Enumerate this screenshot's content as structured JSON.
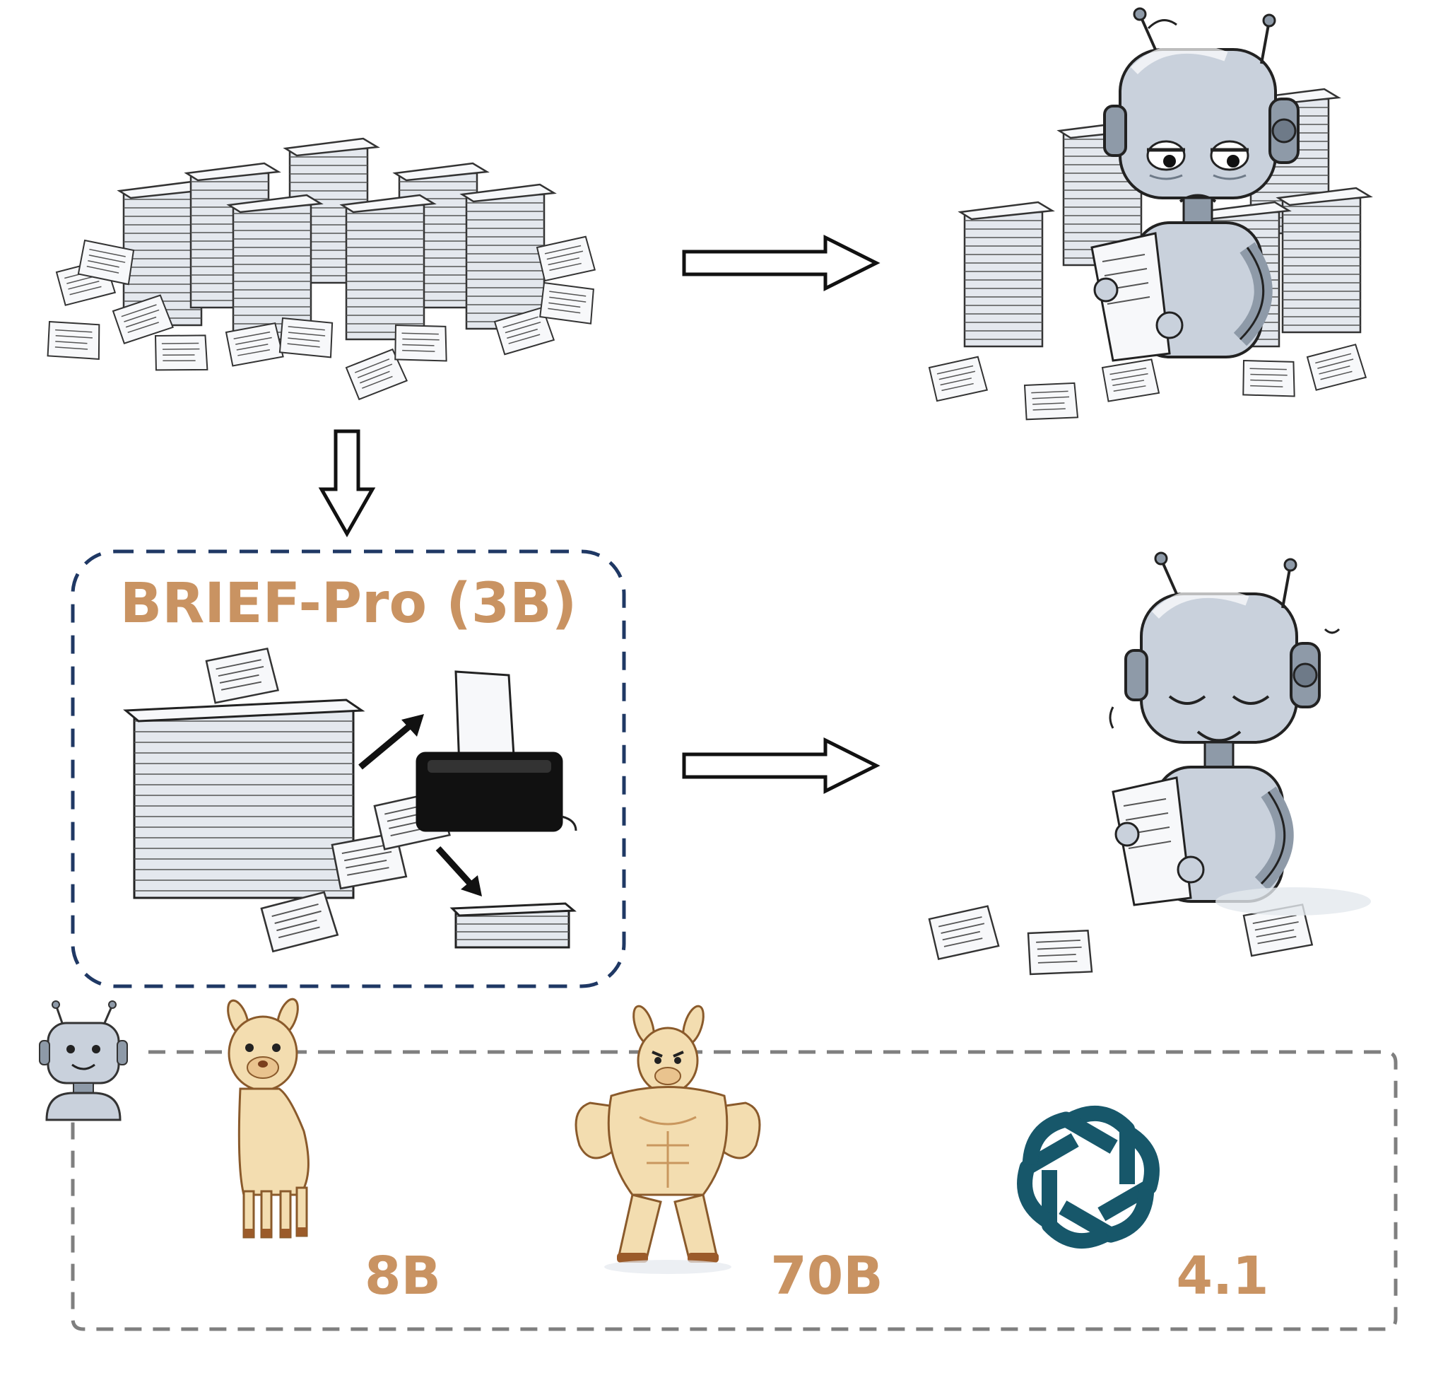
{
  "colors": {
    "accent_tan": "#C99362",
    "navy_dash": "#1F3864",
    "gray_dash": "#7F7F7F",
    "paper_fill": "#F7F8FA",
    "paper_shade": "#D9DEE6",
    "robot_fill": "#C9D1DC",
    "robot_shade": "#8E9AA8",
    "llama_fill": "#F3DDB0",
    "llama_shade": "#D9A86C",
    "openai_teal": "#17576A",
    "ink": "#111111"
  },
  "compressor": {
    "title": "BRIEF-Pro (3B)"
  },
  "models": [
    {
      "icon": "llama-small-icon",
      "label": "8B"
    },
    {
      "icon": "llama-muscular-icon",
      "label": "70B"
    },
    {
      "icon": "openai-logo-icon",
      "label": "4.1"
    }
  ],
  "icons": {
    "document_pile": "document-pile-icon",
    "robot_overwhelmed": "robot-overwhelmed-icon",
    "robot_relaxed": "robot-relaxed-icon",
    "compressor_machine": "compression-printer-icon",
    "robot_badge": "robot-badge-icon"
  }
}
